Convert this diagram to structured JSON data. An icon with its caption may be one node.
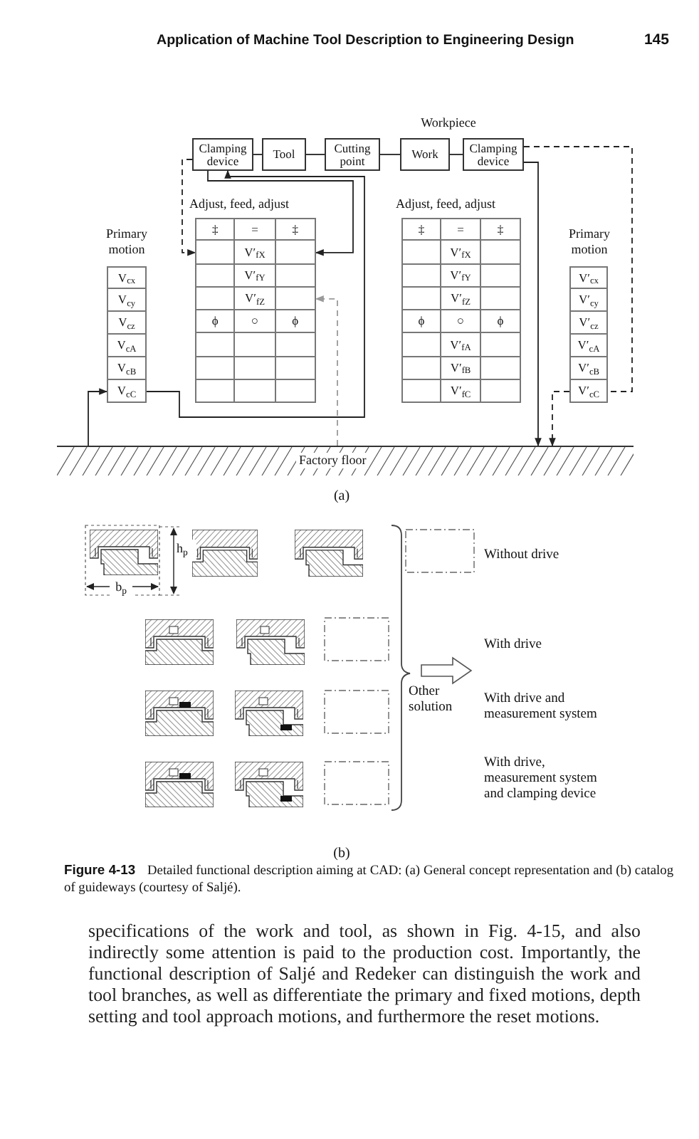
{
  "diagram": {
    "caption": "**Figure 4-13** Detailed functional description aiming at CAD: (a) General concept representation and (b) catalog of guideways (courtesy of Saljé).",
    "nodes": [
      {
        "text": [
          "Clamping device"
        ]
      },
      {
        "text": [
          "Tool"
        ]
      },
      {
        "text": [
          "Cutting point"
        ]
      },
      {
        "text": [
          "Work"
        ]
      },
      {
        "text": [
          "Clamping device"
        ]
      },
      {
        "text": [
          "Primary motion"
        ]
      },
      {
        "text": [
          "V$_{cx}$"
        ],
        "in": 5
      },
      {
        "text": [
          "V$_{cy}$"
        ],
        "in": 5
      },
      {
        "text": [
          "V$_{cz}$"
        ],
        "in": 5
      },
      {
        "text": [
          "V$_{cA}$"
        ],
        "in": 5
      },
      {
        "text": [
          "V$_{cB}$"
        ],
        "in": 5
      },
      {
        "text": [
          "V$_{cC}$"
        ],
        "in": 5
      },
      {
        "text": [
          "Adjust, feed, adjust"
        ]
      },
      {
        "text": [
          "‡"
        ],
        "in": 12
      },
      {
        "text": [
          "="
        ],
        "in": 12
      },
      {
        "text": [
          "‡"
        ],
        "in": 12
      },
      {
        "text": [],
        "shape": "box",
        "in": 12
      },
      {
        "text": [
          "V′$_{fX}$"
        ],
        "in": 12
      },
      {
        "text": [],
        "shape": "box",
        "in": 12
      },
      {
        "text": [],
        "shape": "box",
        "in": 12
      },
      {
        "text": [
          "V′$_{fY}$"
        ],
        "in": 12
      },
      {
        "text": [],
        "shape": "box",
        "in": 12
      },
      {
        "text": [],
        "shape": "box",
        "in": 12
      },
      {
        "text": [
          "V′$_{fZ}$"
        ],
        "in": 12
      },
      {
        "text": [],
        "shape": "box",
        "in": 12
      },
      {
        "text": [
          "ϕ"
        ],
        "in": 12
      },
      {
        "text": [
          "○"
        ],
        "in": 12
      },
      {
        "text": [
          "ϕ"
        ],
        "in": 12
      },
      {
        "text": [],
        "shape": "box",
        "in": 12
      },
      {
        "text": [],
        "shape": "box",
        "in": 12
      },
      {
        "text": [],
        "shape": "box",
        "in": 12
      },
      {
        "text": [],
        "shape": "box",
        "in": 12
      },
      {
        "text": [],
        "shape": "box",
        "in": 12
      },
      {
        "text": [],
        "shape": "box",
        "in": 12
      },
      {
        "text": [],
        "shape": "box",
        "in": 12
      },
      {
        "text": [],
        "shape": "box",
        "in": 12
      },
      {
        "text": [],
        "shape": "box",
        "in": 12
      },
      {
        "text": [
          "Adjust, feed, adjust"
        ]
      },
      {
        "text": [
          "‡"
        ],
        "in": 37
      },
      {
        "text": [
          "="
        ],
        "in": 37
      },
      {
        "text": [
          "‡"
        ],
        "in": 37
      },
      {
        "text": [],
        "shape": "box",
        "in": 37
      },
      {
        "text": [
          "V′$_{fX}$"
        ],
        "in": 37
      },
      {
        "text": [],
        "shape": "box",
        "in": 37
      },
      {
        "text": [],
        "shape": "box",
        "in": 37
      },
      {
        "text": [
          "V′$_{fY}$"
        ],
        "in": 37
      },
      {
        "text": [],
        "shape": "box",
        "in": 37
      },
      {
        "text": [],
        "shape": "box",
        "in": 37
      },
      {
        "text": [
          "V′$_{fZ}$"
        ],
        "in": 37
      },
      {
        "text": [],
        "shape": "box",
        "in": 37
      },
      {
        "text": [
          "ϕ"
        ],
        "in": 37
      },
      {
        "text": [
          "○"
        ],
        "in": 37
      },
      {
        "text": [
          "ϕ"
        ],
        "in": 37
      },
      {
        "text": [],
        "shape": "box",
        "in": 37
      },
      {
        "text": [
          "V′$_{fA}$"
        ],
        "in": 37
      },
      {
        "text": [],
        "shape": "box",
        "in": 37
      },
      {
        "text": [],
        "shape": "box",
        "in": 37
      },
      {
        "text": [
          "V′$_{fB}$"
        ],
        "in": 37
      },
      {
        "text": [],
        "shape": "box",
        "in": 37
      },
      {
        "text": [],
        "shape": "box",
        "in": 37
      },
      {
        "text": [
          "V′$_{fC}$"
        ],
        "in": 37
      },
      {
        "text": [],
        "shape": "box",
        "in": 37
      },
      {
        "text": [
          "Primary motion"
        ]
      },
      {
        "text": [
          "V′$_{cx}$"
        ],
        "in": 62
      },
      {
        "text": [
          "V′$_{cy}$"
        ],
        "in": 62
      },
      {
        "text": [
          "V′$_{cz}$"
        ],
        "in": 62
      },
      {
        "text": [
          "V′$_{cA}$"
        ],
        "in": 62
      },
      {
        "text": [
          "V′$_{cB}$"
        ],
        "in": 62
      },
      {
        "text": [
          "V′$_{cC}$"
        ],
        "in": 62
      },
      {
        "text": [
          "Factory floor"
        ]
      }
    ],
    "edges": [
      {
        "from": 0,
        "to": 1,
        "arrow": "none"
      },
      {
        "from": 1,
        "to": 2,
        "arrow": "none"
      },
      {
        "from": 2,
        "to": 3,
        "arrow": "none"
      },
      {
        "from": 3,
        "to": 4,
        "arrow": "none"
      },
      {
        "from": 0,
        "to": 16,
        "arrow": "to",
        "style": "dashed"
      },
      {
        "from": 0,
        "to": 18,
        "arrow": "to"
      },
      {
        "from": 69,
        "to": 24,
        "arrow": "to",
        "style": "dashed",
        "color": "#9a9a9a"
      },
      {
        "from": 11,
        "to": 0,
        "arrow": "to"
      },
      {
        "from": 69,
        "to": 11,
        "arrow": "to"
      },
      {
        "from": 4,
        "to": 69,
        "arrow": "to"
      },
      {
        "from": 4,
        "to": 68,
        "arrow": "none",
        "style": "dashed"
      },
      {
        "from": 68,
        "to": 69,
        "arrow": "to",
        "style": "dashed"
      }
    ],
    "labels": [
      "Application of Machine Tool Description to Engineering Design",
      "145",
      "Workpiece",
      "(a)",
      "h$_{p}$",
      "b$_{p}$",
      "Without drive",
      "With drive",
      "Other solution",
      "With drive and measurement system",
      "With drive, measurement system and clamping device",
      "(b)",
      "specifications of the work and tool, as shown in Fig. 4-15, and also indirectly some attention is paid to the production cost. Importantly, the functional description of Saljé and Redeker can distinguish the work and tool branches, as well as differentiate the primary and fixed motions, depth setting and tool approach motions, and furthermore the reset motions."
    ]
  }
}
